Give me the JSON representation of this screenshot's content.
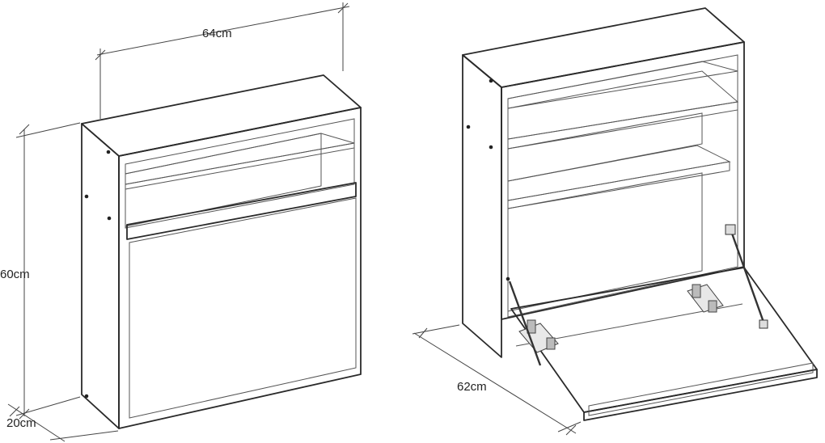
{
  "dimensions": {
    "width": "64cm",
    "height": "60cm",
    "depth": "20cm",
    "open_depth": "62cm"
  },
  "colors": {
    "panel_gray": "#c9c9c9",
    "panel_white": "#ffffff",
    "handle_gray": "#8f979b",
    "outline": "#2a2a2a"
  }
}
